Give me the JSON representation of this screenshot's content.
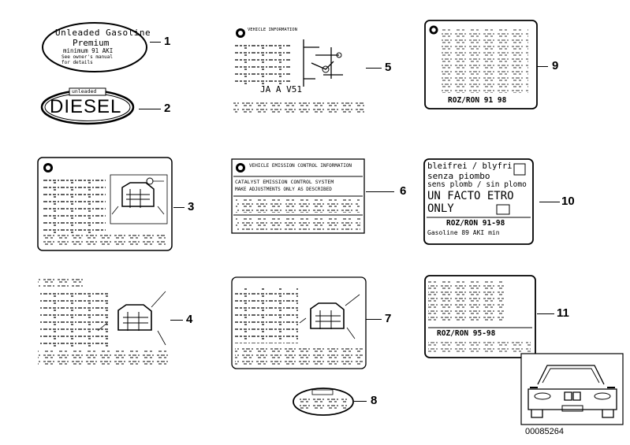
{
  "callouts": [
    "1",
    "2",
    "3",
    "4",
    "5",
    "6",
    "7",
    "8",
    "9",
    "10",
    "11"
  ],
  "label1": {
    "lines": [
      "Unleaded Gasoline",
      "Premium",
      "minimum 91 AKI",
      "See owner's manual",
      "for details"
    ]
  },
  "label2": {
    "banner": "unleaded",
    "main": "DIESEL"
  },
  "label5": {
    "header": "VEHICLE INFORMATION",
    "model": "JA  A  V51"
  },
  "label6": {
    "header": "VEHICLE EMISSION CONTROL INFORMATION",
    "line1": "CATALYST EMISSION CONTROL SYSTEM",
    "line2": "MAKE ADJUSTMENTS ONLY AS DESCRIBED"
  },
  "label9": {
    "rating": "ROZ/RON 91 98"
  },
  "label10": {
    "lines": [
      "bleifrei / blyfri",
      "senza piombo",
      "sens plomb / sin plomo",
      "UN FACTO ETRO",
      "ONLY"
    ],
    "rating": "ROZ/RON 91-98",
    "footer": "Gasoline 89 AKI min"
  },
  "label11": {
    "rating": "ROZ/RON 95-98"
  },
  "part_number": "00085264",
  "colors": {
    "ink": "#000000",
    "paper": "#ffffff"
  },
  "icons": [
    "roundel-icon",
    "engine-diagram-icon",
    "car-front-icon"
  ]
}
